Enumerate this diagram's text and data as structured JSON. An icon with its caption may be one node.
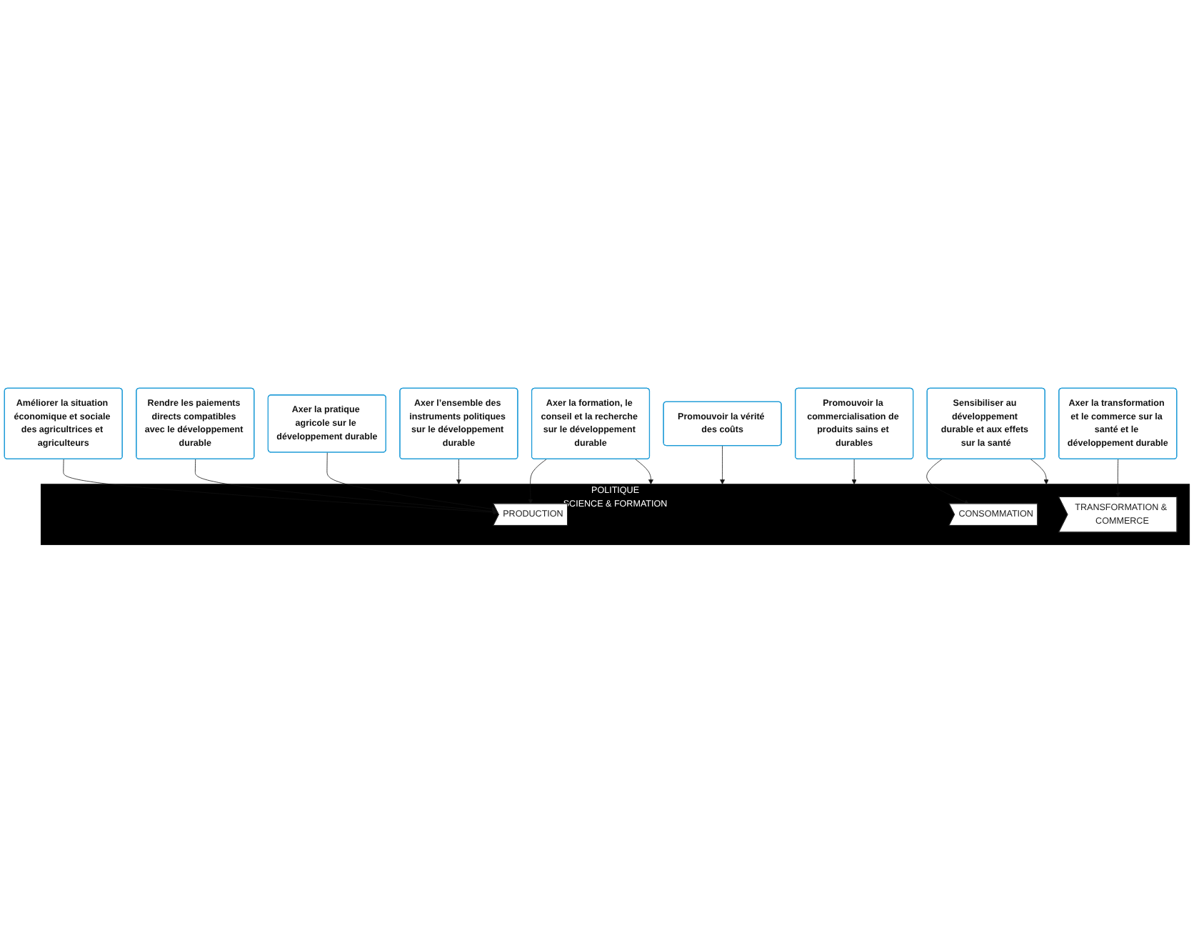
{
  "diagram": {
    "nodes": [
      {
        "text": [
          "Rendre les paiements directs compatibles avec le développement durable"
        ]
      },
      {
        "text": [
          "Axer la transformation et le commerce sur la santé et le développement durable"
        ]
      },
      {
        "text": [
          "Améliorer la situation économique et sociale des agricultrices et agriculteurs"
        ]
      },
      {
        "text": [
          "Axer l’ensemble des instruments politiques sur le développement durable"
        ]
      },
      {
        "text": [
          "Promouvoir la vérité des coûts"
        ]
      },
      {
        "text": [
          "POLITIQUE",
          "SCIENCE & FORMATION"
        ]
      },
      {
        "text": [
          "PRODUCTION"
        ],
        "in": 5
      },
      {
        "text": [
          "TRANSFORMATION & COMMERCE"
        ],
        "in": 5
      },
      {
        "text": [
          "CONSOMMATION"
        ],
        "in": 5
      },
      {
        "text": [
          "Promouvoir la commercialisation de produits sains et durables"
        ]
      },
      {
        "text": [
          "Axer la formation, le conseil et la recherche sur le développement durable"
        ]
      },
      {
        "text": [
          "Axer la pratique agricole sur le développement durable"
        ]
      },
      {
        "text": [
          "Sensibiliser au développement durable et aux effets sur la santé"
        ]
      }
    ],
    "edges": [
      {
        "from": 2,
        "to": 6,
        "arrow": "to"
      },
      {
        "from": 0,
        "to": 6,
        "arrow": "to"
      },
      {
        "from": 3,
        "to": 5,
        "arrow": "to"
      },
      {
        "from": 1,
        "to": 7,
        "arrow": "to"
      },
      {
        "from": 4,
        "to": 5,
        "arrow": "to"
      },
      {
        "from": 11,
        "to": 6,
        "arrow": "to"
      },
      {
        "from": 10,
        "to": 6,
        "arrow": "to"
      },
      {
        "from": 10,
        "to": 5,
        "arrow": "to"
      },
      {
        "from": 12,
        "to": 5,
        "arrow": "to"
      },
      {
        "from": 12,
        "to": 8,
        "arrow": "to"
      },
      {
        "from": 9,
        "to": 5,
        "arrow": "to"
      }
    ]
  }
}
